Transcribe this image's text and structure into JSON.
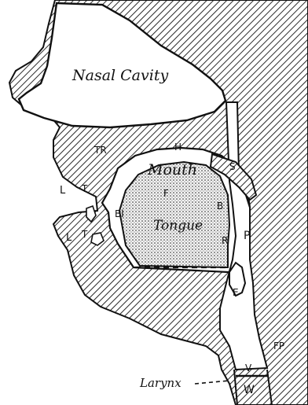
{
  "diagram": {
    "title": "",
    "regions": {
      "nasal_cavity": "Nasal Cavity",
      "mouth": "Mouth",
      "tongue": "Tongue",
      "larynx": "Larynx"
    },
    "letters": {
      "upper_lip": "L",
      "upper_teeth": "T",
      "teeth_ridge": "TR",
      "hard_palate": "H",
      "soft_palate": "S",
      "front_of_tongue": "F",
      "blade_of_tongue": "Bl",
      "back_of_tongue": "B",
      "lower_lip": "L",
      "lower_teeth": "T",
      "root_of_tongue": "R",
      "pharynx": "P",
      "epiglottis": "E",
      "food_passage": "FP",
      "vocal_cords": "V",
      "windpipe": "W"
    }
  }
}
